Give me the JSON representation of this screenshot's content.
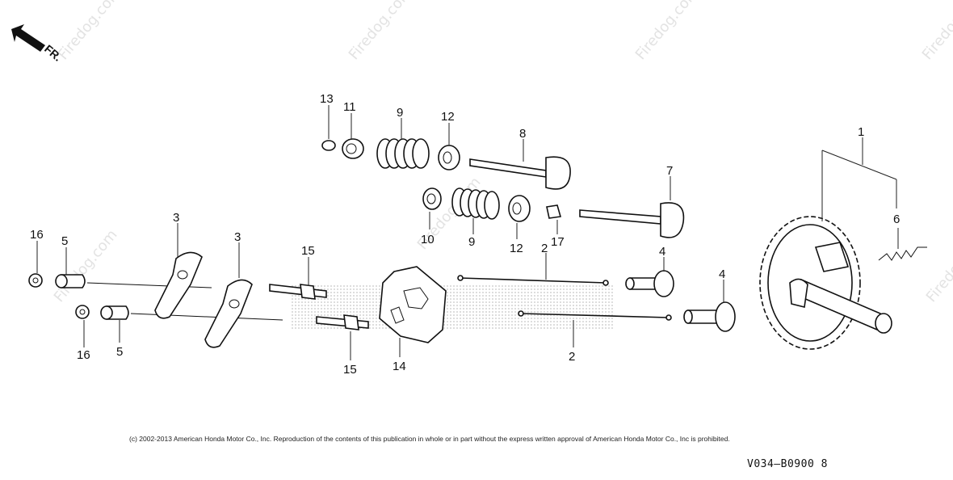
{
  "diagram": {
    "direction_marker": "FR.",
    "copyright": "(c) 2002-2013 American Honda Motor Co., Inc. Reproduction of the contents of this publication in whole or in part without the express written approval of American Honda Motor Co., Inc is prohibited.",
    "drawing_code": "V034–B0900 8",
    "watermark": "Firedog.com",
    "callouts": {
      "c1": "1",
      "c2a": "2",
      "c2b": "2",
      "c3a": "3",
      "c3b": "3",
      "c4a": "4",
      "c4b": "4",
      "c5a": "5",
      "c5b": "5",
      "c6": "6",
      "c7": "7",
      "c8": "8",
      "c9a": "9",
      "c9b": "9",
      "c10": "10",
      "c11": "11",
      "c12a": "12",
      "c12b": "12",
      "c13": "13",
      "c14": "14",
      "c15a": "15",
      "c15b": "15",
      "c16a": "16",
      "c16b": "16",
      "c17": "17"
    }
  }
}
